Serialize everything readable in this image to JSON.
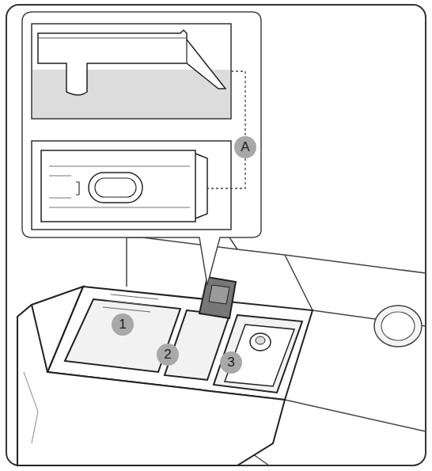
{
  "diagram": {
    "labels": [
      "A",
      "1",
      "2",
      "3"
    ]
  }
}
